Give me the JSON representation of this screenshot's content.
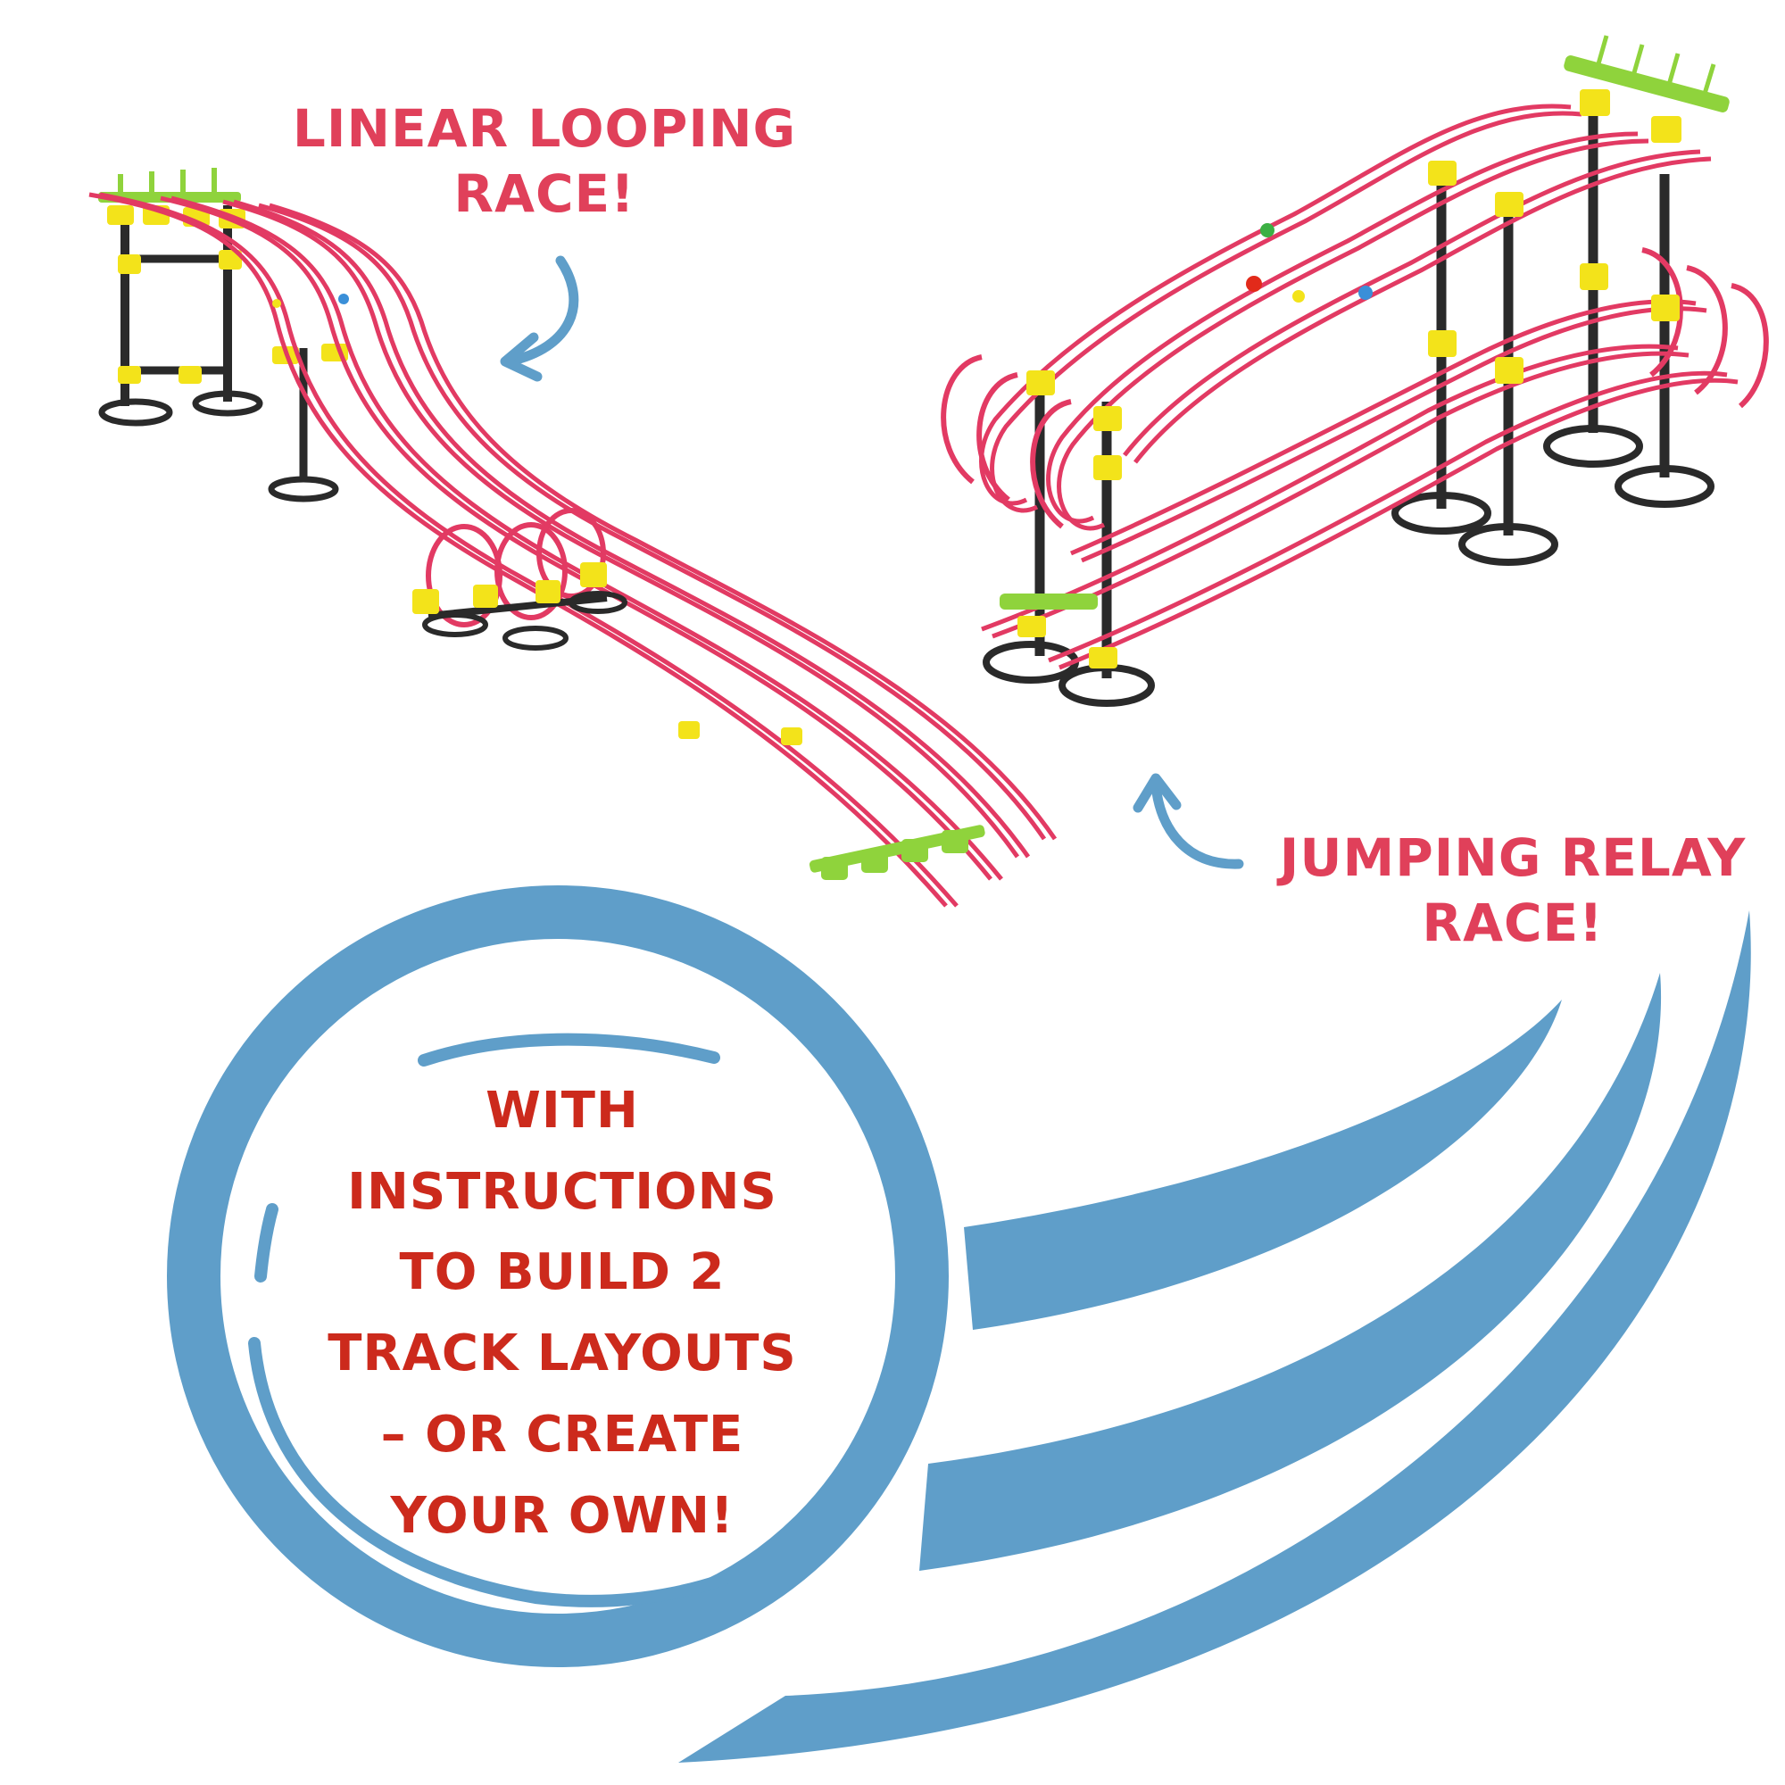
{
  "colors": {
    "label": "#e0405a",
    "instructions": "#cc2a1c",
    "accent_blue": "#5f9ec9",
    "track": "#e23a63",
    "connector_yellow": "#f3e31a",
    "connector_green": "#8fd33c",
    "pole": "#2a2a2a"
  },
  "labels": {
    "linear_looping": [
      "LINEAR LOOPING",
      "RACE!"
    ],
    "jumping_relay": [
      "JUMPING RELAY",
      "RACE!"
    ]
  },
  "badge": {
    "lines": [
      "WITH",
      "INSTRUCTIONS",
      "TO BUILD 2",
      "TRACK LAYOUTS",
      "– OR CREATE",
      "YOUR OWN!"
    ]
  },
  "icons": {
    "arrow_left": "curved-arrow-icon",
    "arrow_right": "curved-arrow-icon"
  }
}
